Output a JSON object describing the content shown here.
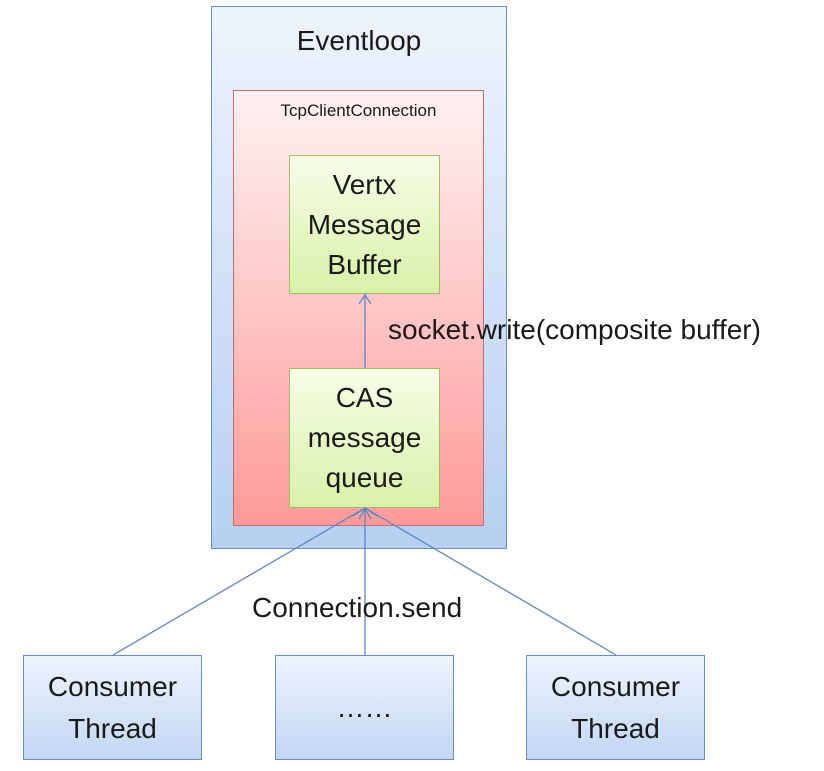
{
  "eventloop": {
    "label": "Eventloop"
  },
  "tcp_client_connection": {
    "label": "TcpClientConnection"
  },
  "vertx_buffer": {
    "label": "Vertx\nMessage\nBuffer"
  },
  "cas_queue": {
    "label": "CAS\nmessage\nqueue"
  },
  "edges": {
    "socket_write": "socket.write(composite buffer)",
    "connection_send": "Connection.send"
  },
  "consumers": [
    {
      "label": "Consumer\nThread"
    },
    {
      "label": "……"
    },
    {
      "label": "Consumer\nThread"
    }
  ],
  "colors": {
    "eventloop_fill": "#b7cff2",
    "connection_fill": "#ff9a9a",
    "component_fill": "#d8f1a8",
    "arrow": "#5b87c5"
  }
}
